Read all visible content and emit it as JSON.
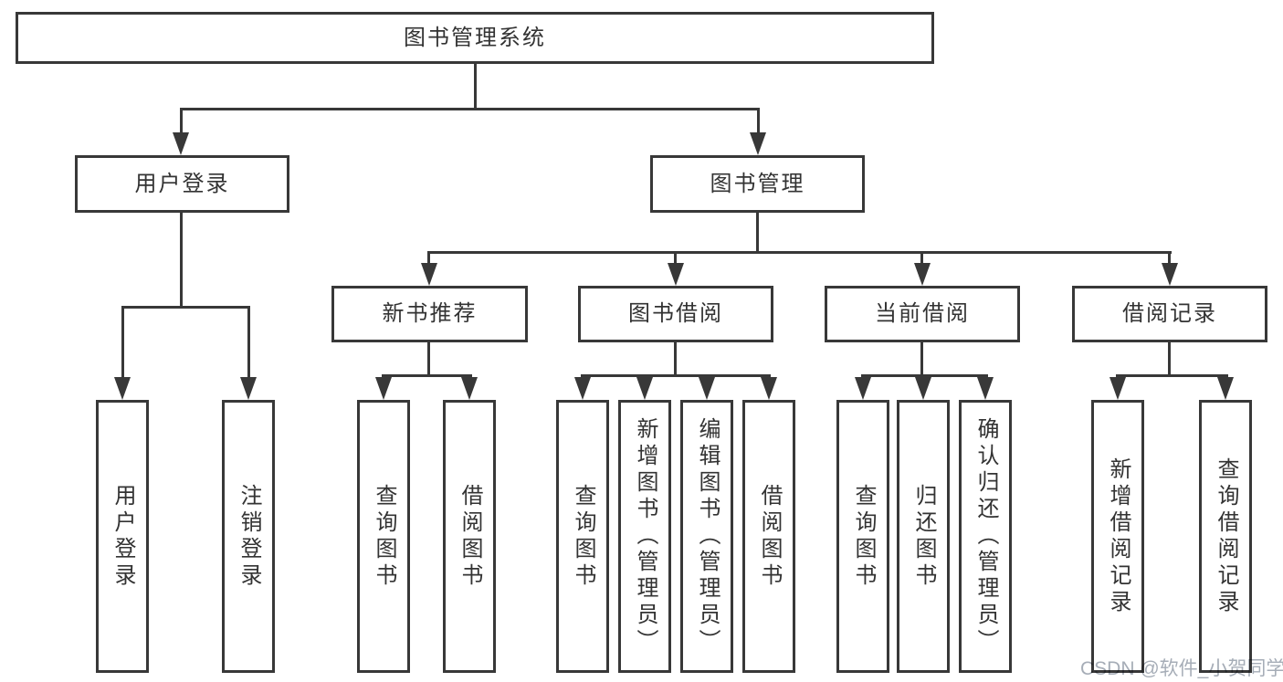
{
  "colors": {
    "line": "#383838",
    "text": "#333333",
    "watermark": "#a6adb7",
    "background": "#ffffff"
  },
  "diagram": {
    "root": {
      "label": "图书管理系统"
    },
    "level2": [
      {
        "label": "用户登录"
      },
      {
        "label": "图书管理"
      }
    ],
    "user_login_children": [
      {
        "label": "用户登录"
      },
      {
        "label": "注销登录"
      }
    ],
    "book_management_sections": [
      {
        "label": "新书推荐",
        "children": [
          {
            "label": "查询图书"
          },
          {
            "label": "借阅图书"
          }
        ]
      },
      {
        "label": "图书借阅",
        "children": [
          {
            "label": "查询图书"
          },
          {
            "label": "新增图书（管理员）"
          },
          {
            "label": "编辑图书（管理员）"
          },
          {
            "label": "借阅图书"
          }
        ]
      },
      {
        "label": "当前借阅",
        "children": [
          {
            "label": "查询图书"
          },
          {
            "label": "归还图书"
          },
          {
            "label": "确认归还（管理员）"
          }
        ]
      },
      {
        "label": "借阅记录",
        "children": [
          {
            "label": "新增借阅记录"
          },
          {
            "label": "查询借阅记录"
          }
        ]
      }
    ],
    "watermark": "CSDN @软件_小贺同学"
  }
}
